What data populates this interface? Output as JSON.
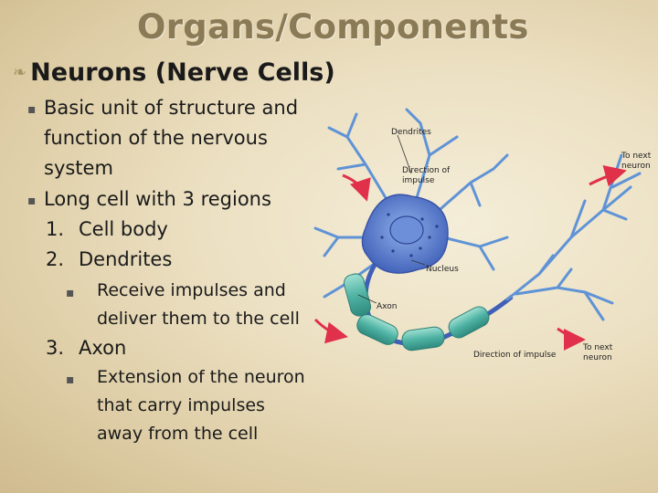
{
  "slide": {
    "title": "Organs/Components",
    "heading": "Neurons (Nerve Cells)",
    "bullets": [
      {
        "lines": [
          "Basic unit of structure and",
          "function of the nervous",
          "system"
        ]
      },
      {
        "lines": [
          "Long cell with 3 regions"
        ]
      }
    ],
    "regions": [
      {
        "number": "1.",
        "label": "Cell body"
      },
      {
        "number": "2.",
        "label": "Dendrites",
        "detail": [
          "Receive impulses and",
          "deliver them to the cell"
        ]
      },
      {
        "number": "3.",
        "label": "Axon",
        "detail": [
          "Extension of the neuron",
          "that carry impulses",
          "away from the cell"
        ]
      }
    ]
  },
  "diagram": {
    "labels": {
      "dendrites": "Dendrites",
      "direction_1": "Direction of",
      "direction_2": "impulse",
      "to_next_top_1": "To next",
      "to_next_top_2": "neuron",
      "nucleus": "Nucleus",
      "axon": "Axon",
      "direction_bottom": "Direction of impulse",
      "to_next_bottom_1": "To next",
      "to_next_bottom_2": "neuron"
    },
    "colors": {
      "cell_body": "#4f72c8",
      "dendrite": "#5f93d6",
      "myelin": "#4fb3a4",
      "arrow": "#e0304a"
    }
  }
}
